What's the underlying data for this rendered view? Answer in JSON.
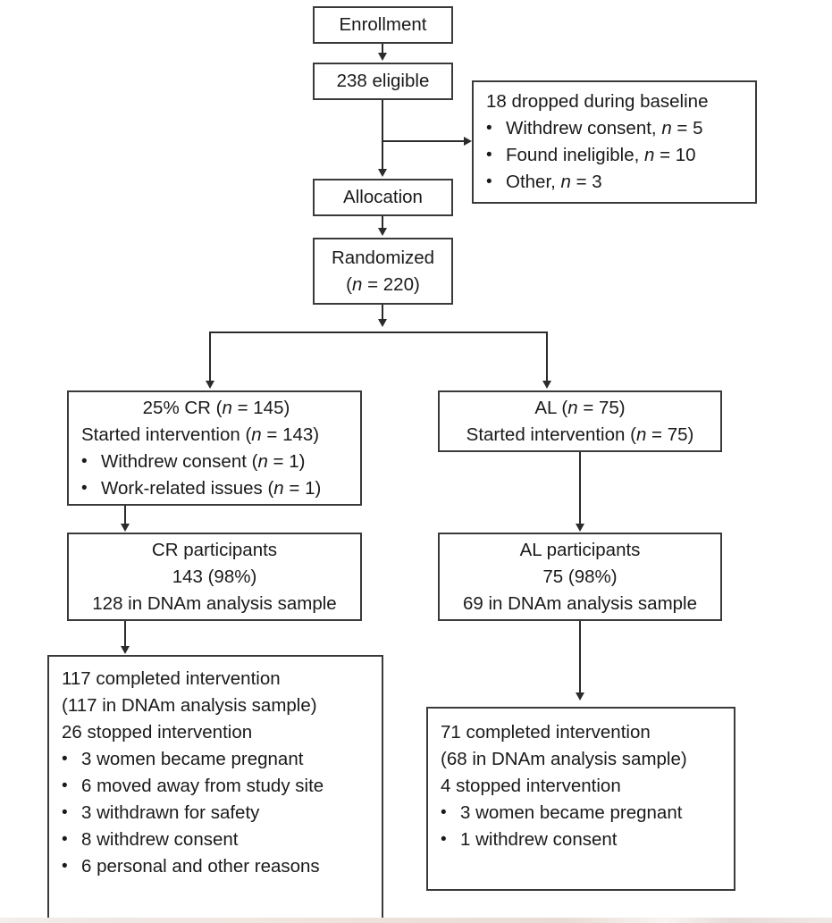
{
  "diagram": {
    "title": "CONSORT participant flow diagram",
    "colors": {
      "box_border": "#3a3a3a",
      "connector": "#2b2b2b",
      "text": "#1a1a1a",
      "background": "#ffffff"
    }
  },
  "nodes": {
    "enrollment": {
      "label": "Enrollment"
    },
    "eligible": {
      "label": "238 eligible"
    },
    "dropped": {
      "heading": "18 dropped during baseline",
      "items": [
        {
          "text": "Withdrew consent, ",
          "italic": "n",
          "tail": " = 5"
        },
        {
          "text": "Found ineligible, ",
          "italic": "n",
          "tail": " = 10"
        },
        {
          "text": "Other, ",
          "italic": "n",
          "tail": " = 3"
        }
      ]
    },
    "allocation": {
      "label": "Allocation"
    },
    "randomized": {
      "line1": "Randomized",
      "line2_open": "(",
      "line2_italic": "n",
      "line2_tail": " = 220)"
    },
    "cr_arm": {
      "line1_pre": "25% CR (",
      "line1_italic": "n",
      "line1_tail": " = 145)",
      "line2_pre": "Started intervention (",
      "line2_italic": "n",
      "line2_tail": " = 143)",
      "items": [
        {
          "text": "Withdrew consent (",
          "italic": "n",
          "tail": " = 1)"
        },
        {
          "text": "Work-related issues (",
          "italic": "n",
          "tail": " = 1)"
        }
      ]
    },
    "al_arm": {
      "line1_pre": "AL (",
      "line1_italic": "n",
      "line1_tail": " = 75)",
      "line2_pre": "Started intervention (",
      "line2_italic": "n",
      "line2_tail": " = 75)"
    },
    "cr_participants": {
      "line1": "CR participants",
      "line2": "143 (98%)",
      "line3": "128 in DNAm analysis sample"
    },
    "al_participants": {
      "line1": "AL participants",
      "line2": "75 (98%)",
      "line3": "69 in DNAm analysis sample"
    },
    "cr_outcome": {
      "line1": "117 completed intervention",
      "line2": "(117 in DNAm analysis sample)",
      "line3": "26 stopped intervention",
      "items": [
        "3 women became pregnant",
        "6 moved away from study site",
        "3 withdrawn for safety",
        "8 withdrew consent",
        "6 personal and other reasons"
      ]
    },
    "al_outcome": {
      "line1": "71 completed intervention",
      "line2": "(68 in DNAm analysis sample)",
      "line3": "4 stopped intervention",
      "items": [
        "3 women became pregnant",
        "1 withdrew consent"
      ]
    }
  },
  "chart_data": {
    "type": "flowchart",
    "title": "CONSORT participant flow",
    "nodes": [
      {
        "id": "enrollment",
        "label": "Enrollment"
      },
      {
        "id": "eligible",
        "label": "238 eligible",
        "n": 238
      },
      {
        "id": "dropped",
        "label": "18 dropped during baseline",
        "n": 18,
        "reasons": [
          {
            "reason": "Withdrew consent",
            "n": 5
          },
          {
            "reason": "Found ineligible",
            "n": 10
          },
          {
            "reason": "Other",
            "n": 3
          }
        ]
      },
      {
        "id": "allocation",
        "label": "Allocation"
      },
      {
        "id": "randomized",
        "label": "Randomized",
        "n": 220
      },
      {
        "id": "cr_arm",
        "label": "25% CR",
        "n": 145,
        "started": 143,
        "not_started_reasons": [
          {
            "reason": "Withdrew consent",
            "n": 1
          },
          {
            "reason": "Work-related issues",
            "n": 1
          }
        ]
      },
      {
        "id": "al_arm",
        "label": "AL",
        "n": 75,
        "started": 75
      },
      {
        "id": "cr_participants",
        "label": "CR participants",
        "n": 143,
        "percent": 98,
        "dnam_sample": 128
      },
      {
        "id": "al_participants",
        "label": "AL participants",
        "n": 75,
        "percent": 98,
        "dnam_sample": 69
      },
      {
        "id": "cr_outcome",
        "completed": 117,
        "completed_dnam": 117,
        "stopped": 26,
        "stopped_reasons": [
          {
            "reason": "women became pregnant",
            "n": 3
          },
          {
            "reason": "moved away from study site",
            "n": 6
          },
          {
            "reason": "withdrawn for safety",
            "n": 3
          },
          {
            "reason": "withdrew consent",
            "n": 8
          },
          {
            "reason": "personal and other reasons",
            "n": 6
          }
        ]
      },
      {
        "id": "al_outcome",
        "completed": 71,
        "completed_dnam": 68,
        "stopped": 4,
        "stopped_reasons": [
          {
            "reason": "women became pregnant",
            "n": 3
          },
          {
            "reason": "withdrew consent",
            "n": 1
          }
        ]
      }
    ],
    "edges": [
      {
        "from": "enrollment",
        "to": "eligible"
      },
      {
        "from": "eligible",
        "to": "dropped"
      },
      {
        "from": "eligible",
        "to": "allocation"
      },
      {
        "from": "allocation",
        "to": "randomized"
      },
      {
        "from": "randomized",
        "to": "cr_arm"
      },
      {
        "from": "randomized",
        "to": "al_arm"
      },
      {
        "from": "cr_arm",
        "to": "cr_participants"
      },
      {
        "from": "al_arm",
        "to": "al_participants"
      },
      {
        "from": "cr_participants",
        "to": "cr_outcome"
      },
      {
        "from": "al_participants",
        "to": "al_outcome"
      }
    ]
  }
}
